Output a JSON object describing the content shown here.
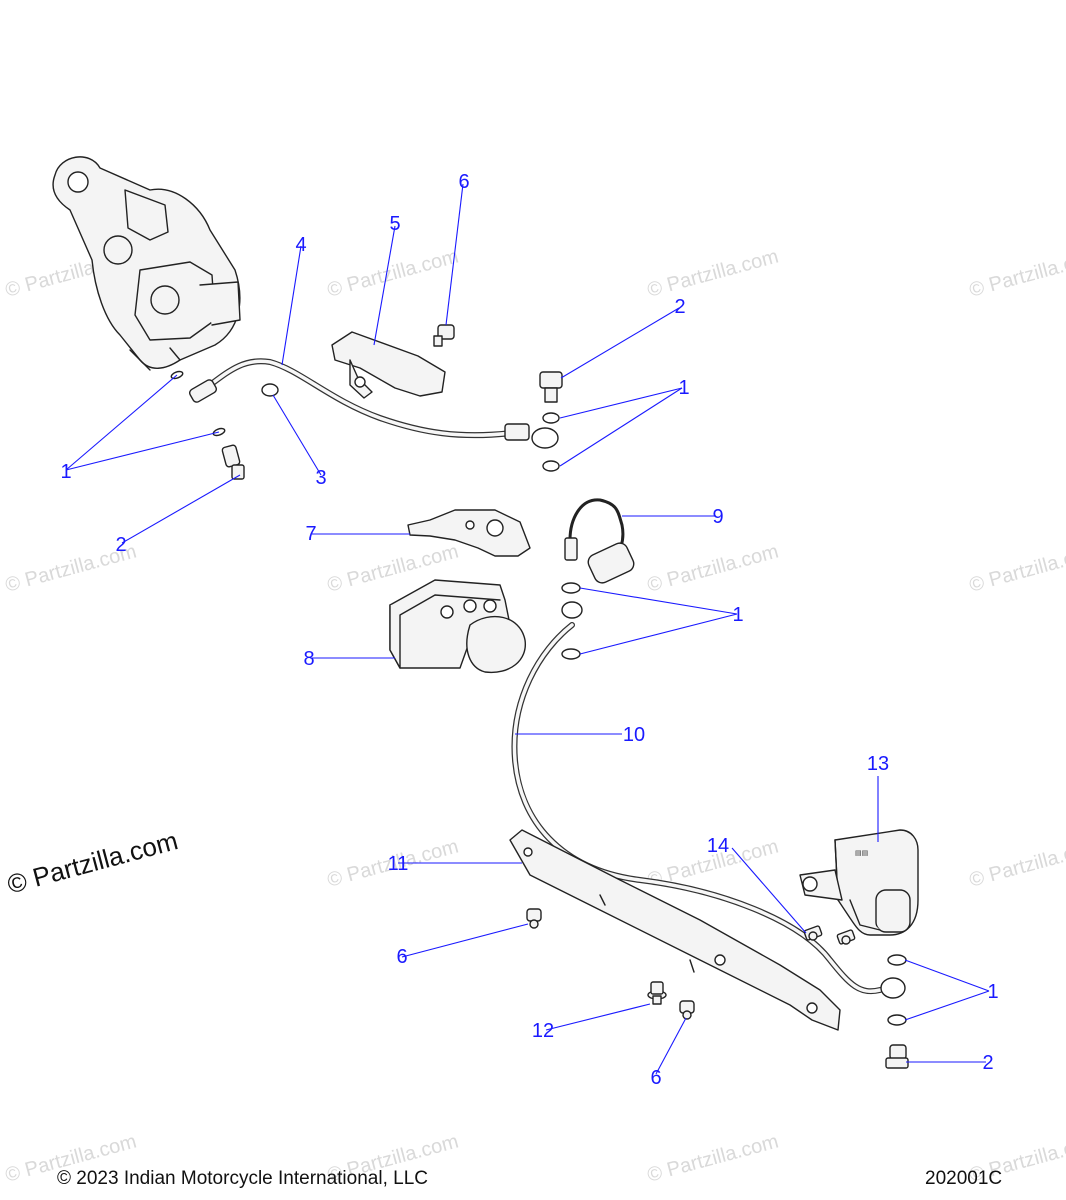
{
  "watermark": {
    "text": "© Partzilla.com",
    "big_text": "© Partzilla.com"
  },
  "callouts": {
    "c1a": "1",
    "c1b": "1",
    "c1c": "1",
    "c1d": "1",
    "c2a": "2",
    "c2b": "2",
    "c2c": "2",
    "c3": "3",
    "c4": "4",
    "c5": "5",
    "c6a": "6",
    "c6b": "6",
    "c6c": "6",
    "c7": "7",
    "c8": "8",
    "c9": "9",
    "c10": "10",
    "c11": "11",
    "c12": "12",
    "c13": "13",
    "c14": "14"
  },
  "footer": {
    "copyright": "© 2023 Indian Motorcycle International, LLC",
    "diagram_id": "202001C"
  },
  "colors": {
    "callout": "#1a1aff",
    "leader": "#1a1aff",
    "part_stroke": "#222222",
    "part_fill": "#f2f2f2",
    "watermark": "#d9d9d9"
  }
}
